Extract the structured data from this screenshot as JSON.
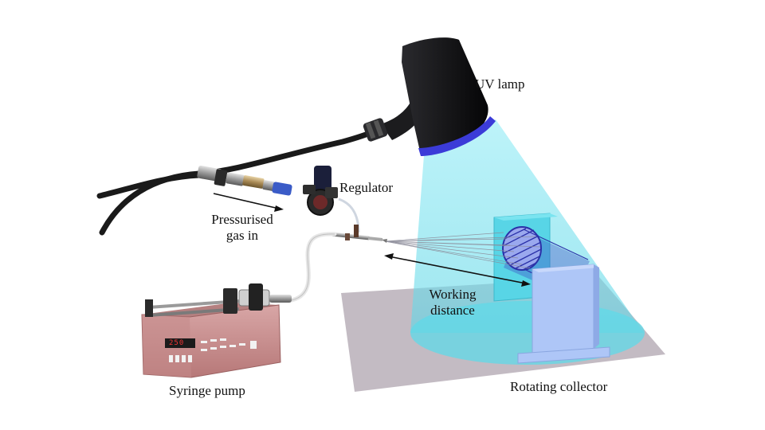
{
  "labels": {
    "uv_lamp": "UV lamp",
    "regulator": "Regulator",
    "pressurised_gas_in_line1": "Pressurised",
    "pressurised_gas_in_line2": "gas in",
    "working_distance_line1": "Working",
    "working_distance_line2": "distance",
    "syringe_pump": "Syringe pump",
    "rotating_collector": "Rotating collector"
  },
  "pump_display": "250",
  "colors": {
    "uv_light": "#7fe3f0",
    "lamp_body": "#1c1c1e",
    "pump_body": "#c98f8f",
    "collector": "#a9c2f5",
    "collector_drum": "#3a3fbf",
    "platform": "#b8adb8",
    "hose": "#1a1a1a",
    "tubing": "#e6e6e6"
  }
}
